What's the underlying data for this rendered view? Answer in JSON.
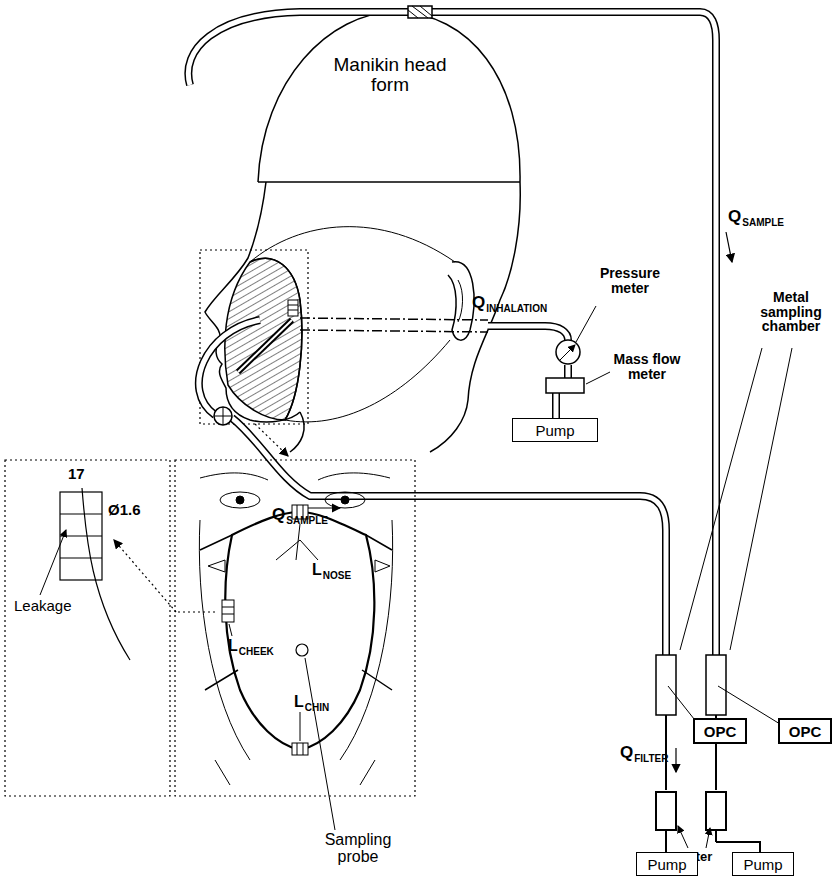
{
  "diagram": {
    "nodes": [
      {
        "text": [
          "Pump"
        ]
      },
      {
        "text": [
          "OPC"
        ]
      },
      {
        "text": [
          "OPC"
        ]
      },
      {
        "text": [
          "Pump"
        ]
      },
      {
        "text": [
          "Pump"
        ]
      }
    ],
    "labels": [
      "Manikin head form",
      "Q",
      "SAMPLE",
      "Q",
      "INHALATION",
      "Pressure meter",
      "Mass flow meter",
      "Metal sampling chamber",
      "Q",
      "SAMPLE",
      "Q",
      "FILTER",
      "Rotameter",
      "17",
      "Ø1.6",
      "Leakage",
      "L",
      "NOSE",
      "L",
      "CHEEK",
      "L",
      "CHIN",
      "Sampling probe"
    ]
  }
}
